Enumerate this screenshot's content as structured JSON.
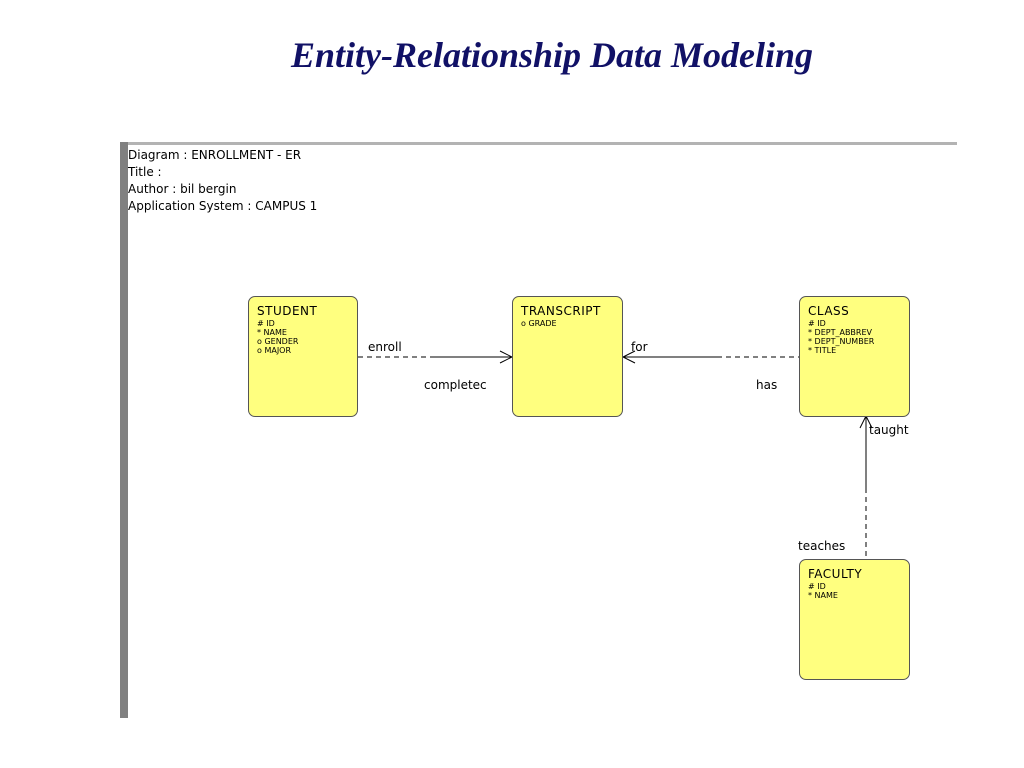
{
  "slide": {
    "title": "Entity-Relationship Data Modeling"
  },
  "diagram_info": {
    "diagram": "Diagram : ENROLLMENT - ER",
    "title": "Title :",
    "author": "Author : bil bergin",
    "application": "Application System : CAMPUS 1"
  },
  "entities": {
    "student": {
      "name": "STUDENT",
      "attributes": [
        "# ID",
        "* NAME",
        "o GENDER",
        "o MAJOR"
      ]
    },
    "transcript": {
      "name": "TRANSCRIPT",
      "attributes": [
        "o GRADE"
      ]
    },
    "class": {
      "name": "CLASS",
      "attributes": [
        "# ID",
        "* DEPT_ABBREV",
        "* DEPT_NUMBER",
        "* TITLE"
      ]
    },
    "faculty": {
      "name": "FACULTY",
      "attributes": [
        "# ID",
        "* NAME"
      ]
    }
  },
  "relationships": {
    "enroll": "enroll",
    "completed": "completec",
    "for": "for",
    "has": "has",
    "taught": "taught",
    "teaches": "teaches"
  },
  "colors": {
    "entity_fill": "#ffff7f",
    "entity_border": "#555555",
    "title_color": "#111166",
    "frame_gray": "#808080"
  }
}
